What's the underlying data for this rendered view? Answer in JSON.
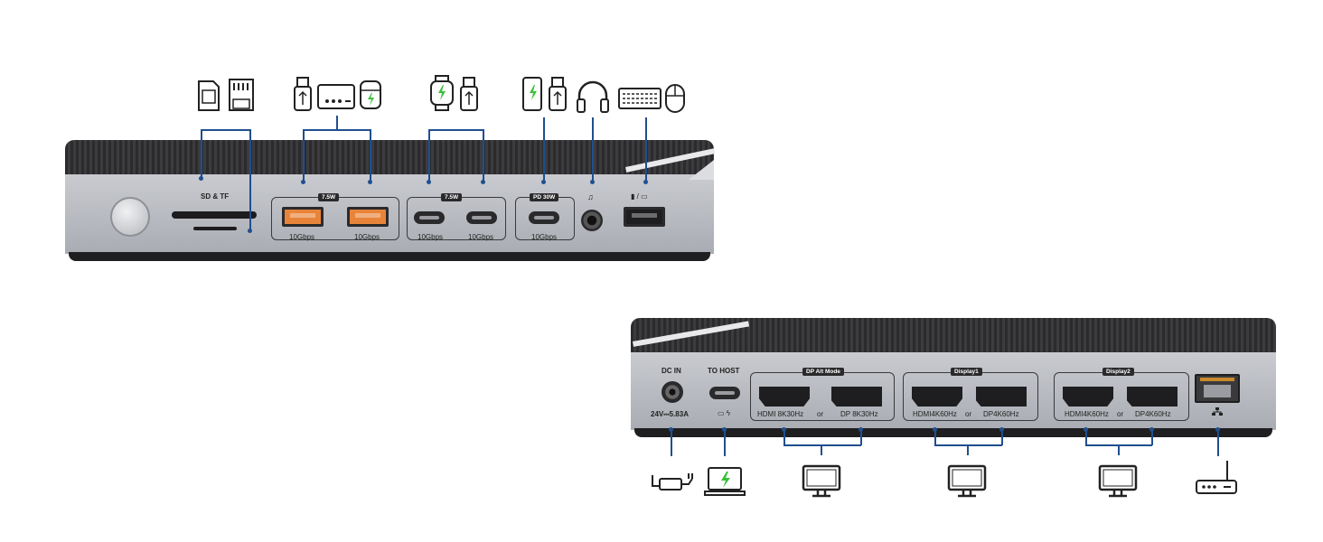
{
  "front": {
    "card_label": "SD & TF",
    "groups": [
      {
        "tag": "7.5W",
        "speeds": [
          "10Gbps",
          "10Gbps"
        ]
      },
      {
        "tag": "7.5W",
        "speeds": [
          "10Gbps",
          "10Gbps"
        ]
      },
      {
        "tag": "PD 30W",
        "speeds": [
          "10Gbps"
        ]
      }
    ],
    "icons": [
      "sd-card-icon",
      "tf-card-icon",
      "usb-drive-icon",
      "ssd-icon",
      "earbuds-case-icon",
      "smartwatch-icon",
      "usb-drive-icon",
      "phone-charging-icon",
      "usb-drive-icon",
      "headphones-icon",
      "keyboard-icon",
      "mouse-icon"
    ]
  },
  "rear": {
    "dc_label": "DC IN",
    "dc_rating": "24V⎓5.83A",
    "host_label": "TO HOST",
    "display_groups": [
      {
        "tag": "DP Alt Mode",
        "caption_left": "HDMI 8K30Hz",
        "caption_or": "or",
        "caption_right": "DP 8K30Hz"
      },
      {
        "tag": "Display1",
        "caption_left": "HDMI4K60Hz",
        "caption_or": "or",
        "caption_right": "DP4K60Hz"
      },
      {
        "tag": "Display2",
        "caption_left": "HDMI4K60Hz",
        "caption_or": "or",
        "caption_right": "DP4K60Hz"
      }
    ],
    "icons": [
      "power-adapter-icon",
      "laptop-charging-icon",
      "monitor-icon",
      "monitor-icon",
      "monitor-icon",
      "router-icon",
      "ethernet-icon"
    ]
  },
  "colors": {
    "accent_line": "#1f4f8f",
    "usb_a_orange": "#e8843a",
    "charge_green": "#3bbf3b"
  }
}
